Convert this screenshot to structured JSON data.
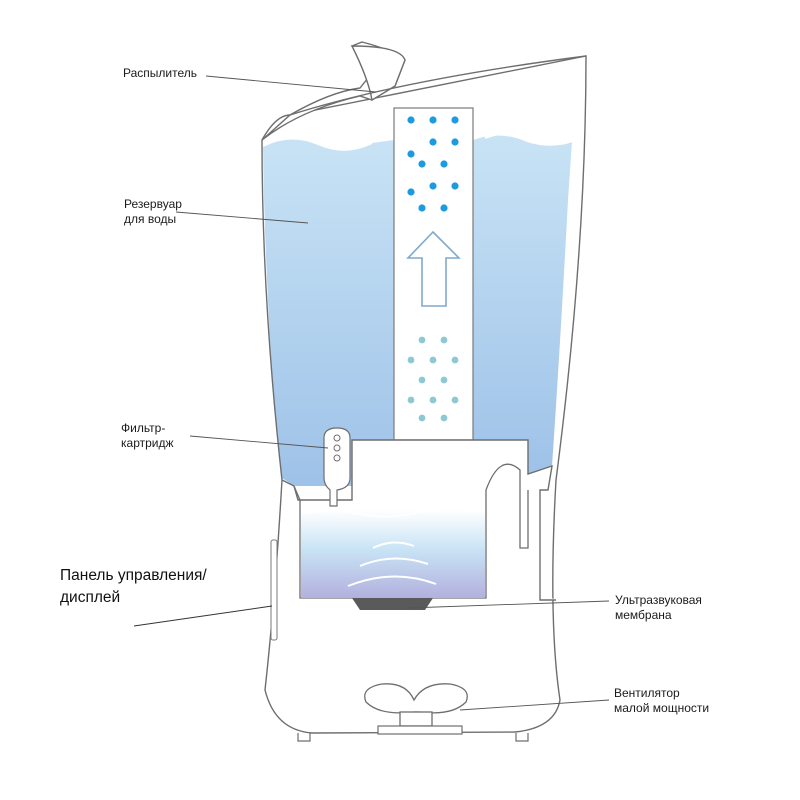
{
  "labels": {
    "sprayer": "Распылитель",
    "reservoir": [
      "Резервуар",
      "для воды"
    ],
    "filter": [
      "Фильтр-",
      "картридж"
    ],
    "panel": [
      "Панель управления/",
      "дисплей"
    ],
    "membrane": [
      "Ультразвуковая",
      "мембрана"
    ],
    "fan": [
      "Вентилятор",
      "малой мощности"
    ]
  },
  "colors": {
    "outline": "#6e6e6e",
    "water_top": "#c8e3f5",
    "water_bottom": "#9ec2e8",
    "bowl_bottom": "#b3b0de",
    "mist_dot": "#1c9be0",
    "water_dot": "#8ec8d3",
    "membrane": "#5a5a5a"
  }
}
